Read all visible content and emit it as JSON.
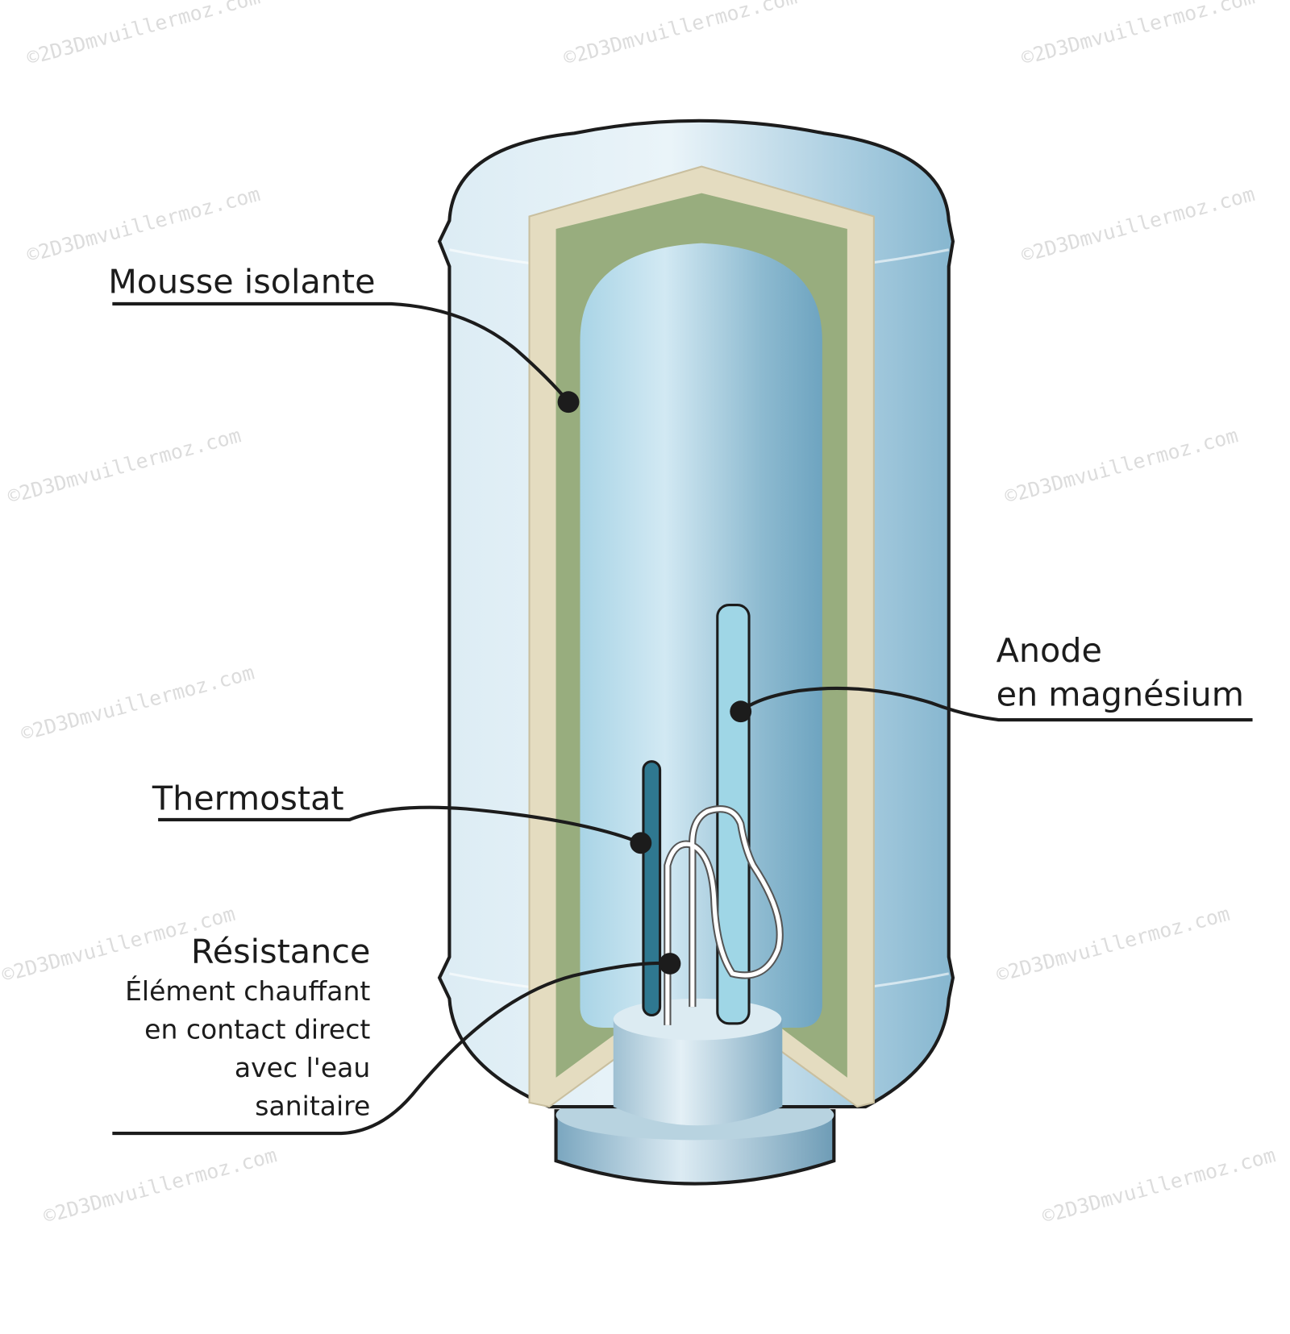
{
  "watermark": "©2D3Dmvuillermoz.com",
  "labels": {
    "insulation": "Mousse isolante",
    "anode_line1": "Anode",
    "anode_line2": "en magnésium",
    "thermostat": "Thermostat",
    "resistance_title": "Résistance",
    "resistance_desc": [
      "Élément chauffant",
      "en contact direct",
      "avec l'eau",
      "sanitaire"
    ]
  },
  "colors": {
    "outer_shell": "#c9e2ee",
    "insulation_foam": "#e4dcc0",
    "inner_liner": "#98ad7e",
    "water_tank": "#8fbfd6",
    "anode": "#9fd6e6",
    "thermostat": "#2f7890"
  }
}
